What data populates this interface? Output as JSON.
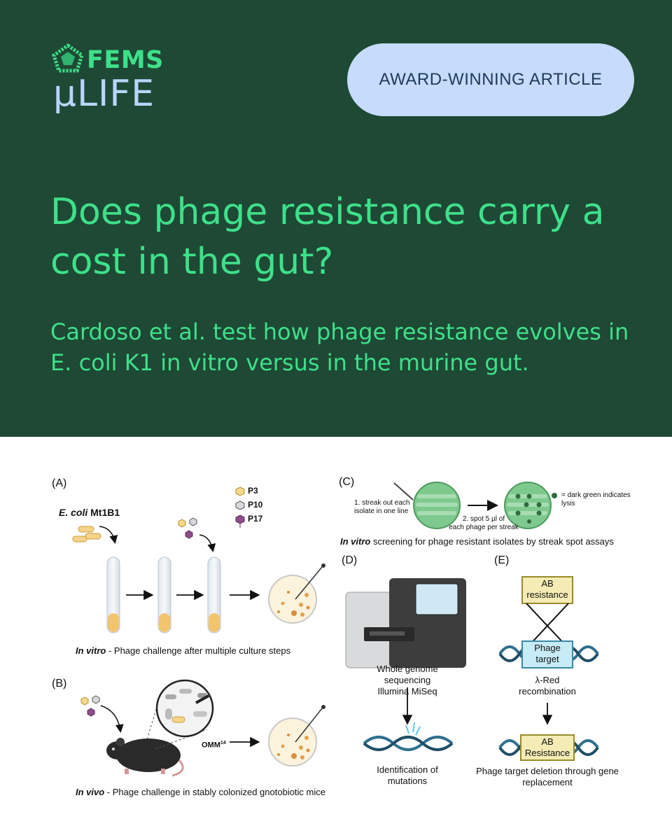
{
  "brand": {
    "name_top": "FEMS",
    "name_bottom": "µLIFE"
  },
  "badge": "AWARD-WINNING ARTICLE",
  "headline": "Does phage resistance carry a cost in the gut?",
  "subheadline": "Cardoso et al. test how phage resistance evolves in E. coli K1 in vitro versus in the murine gut.",
  "colors": {
    "header_bg": "#1e4935",
    "accent_green": "#3ee08a",
    "badge_bg": "#c6dcfa",
    "logo_blue": "#b9d5ff"
  },
  "figure": {
    "panel_a": {
      "label": "(A)",
      "strain_italic": "E. coli",
      "strain_rest": " Mt1B1",
      "phages": [
        "P3",
        "P10",
        "P17"
      ],
      "caption_italic": "In vitro",
      "caption_rest": " - Phage challenge after multiple culture steps"
    },
    "panel_b": {
      "label": "(B)",
      "omm": "OMM",
      "omm_sup": "14",
      "caption_italic": "In vivo",
      "caption_rest": " - Phage challenge in stably colonized gnotobiotic mice"
    },
    "panel_c": {
      "label": "(C)",
      "step1_line1": "1.  streak out each",
      "step1_line2": "isolate in one line",
      "step2_line1": "2. spot 5 µl of",
      "step2_line2": "each phage per streak",
      "legend_line1": "= dark green indicates",
      "legend_line2": "lysis",
      "caption_italic": "In vitro",
      "caption_rest": " screening for phage resistant isolates by streak spot assays"
    },
    "panel_d": {
      "label": "(D)",
      "seq_line1": "Whole genome",
      "seq_line2": "sequencing",
      "seq_line3": "Illumina MiSeq",
      "result_line1": "Identification of",
      "result_line2": "mutations"
    },
    "panel_e": {
      "label": "(E)",
      "ab_line1": "AB",
      "ab_line2": "resistance",
      "target_line1": "Phage",
      "target_line2": "target",
      "recomb_line1": "λ-Red",
      "recomb_line2": "recombination",
      "result_ab_line1": "AB",
      "result_ab_line2": "Resistance",
      "caption_line1": "Phage target deletion through gene",
      "caption_line2": "replacement"
    }
  }
}
